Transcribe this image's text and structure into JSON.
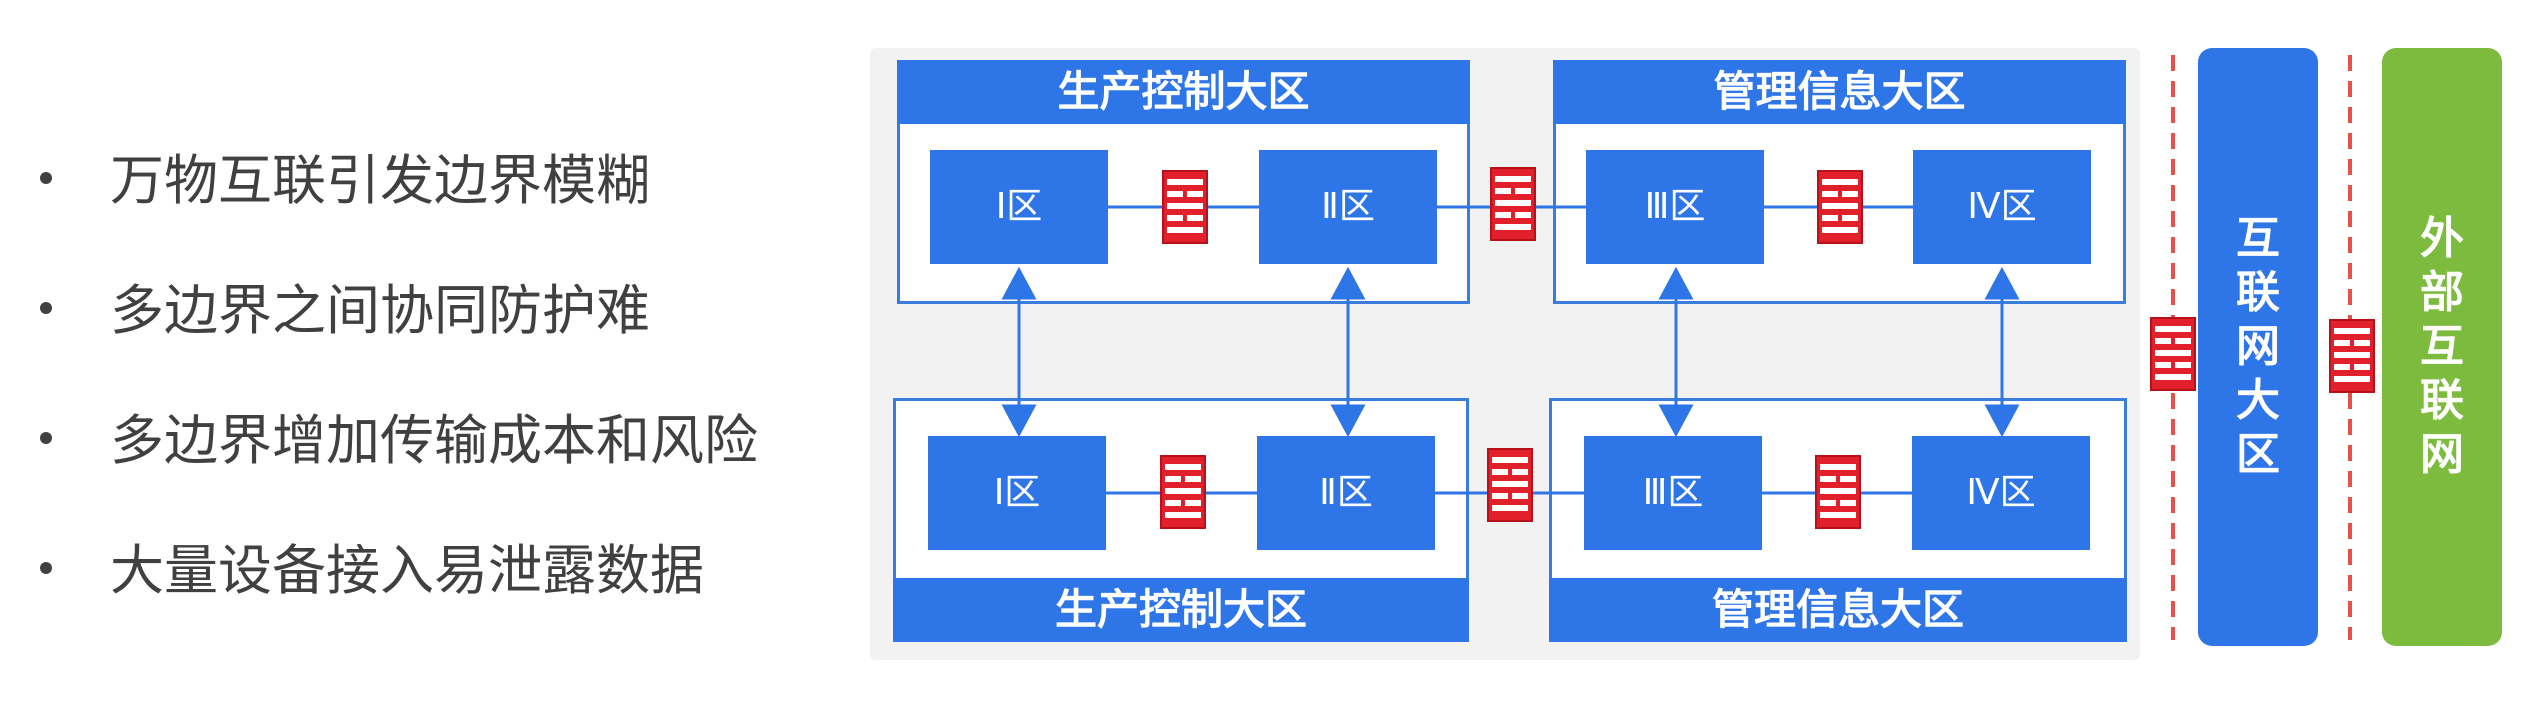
{
  "bullets": [
    "万物互联引发边界模糊",
    "多边界之间协同防护难",
    "多边界增加传输成本和风险",
    "大量设备接入易泄露数据"
  ],
  "regions": {
    "top_left_title": "生产控制大区",
    "top_right_title": "管理信息大区",
    "bottom_left_title": "生产控制大区",
    "bottom_right_title": "管理信息大区"
  },
  "zones": {
    "zone1": "Ⅰ区",
    "zone2": "Ⅱ区",
    "zone3": "Ⅲ区",
    "zone4": "Ⅳ区"
  },
  "internet_zone": [
    "互",
    "联",
    "网",
    "大",
    "区"
  ],
  "external_internet": [
    "外",
    "部",
    "互",
    "联",
    "网"
  ],
  "colors": {
    "region_blue": "#2e75e8",
    "firewall_red": "#e2202c",
    "dash_red": "#e8504a",
    "external_green": "#7cbb3e"
  }
}
